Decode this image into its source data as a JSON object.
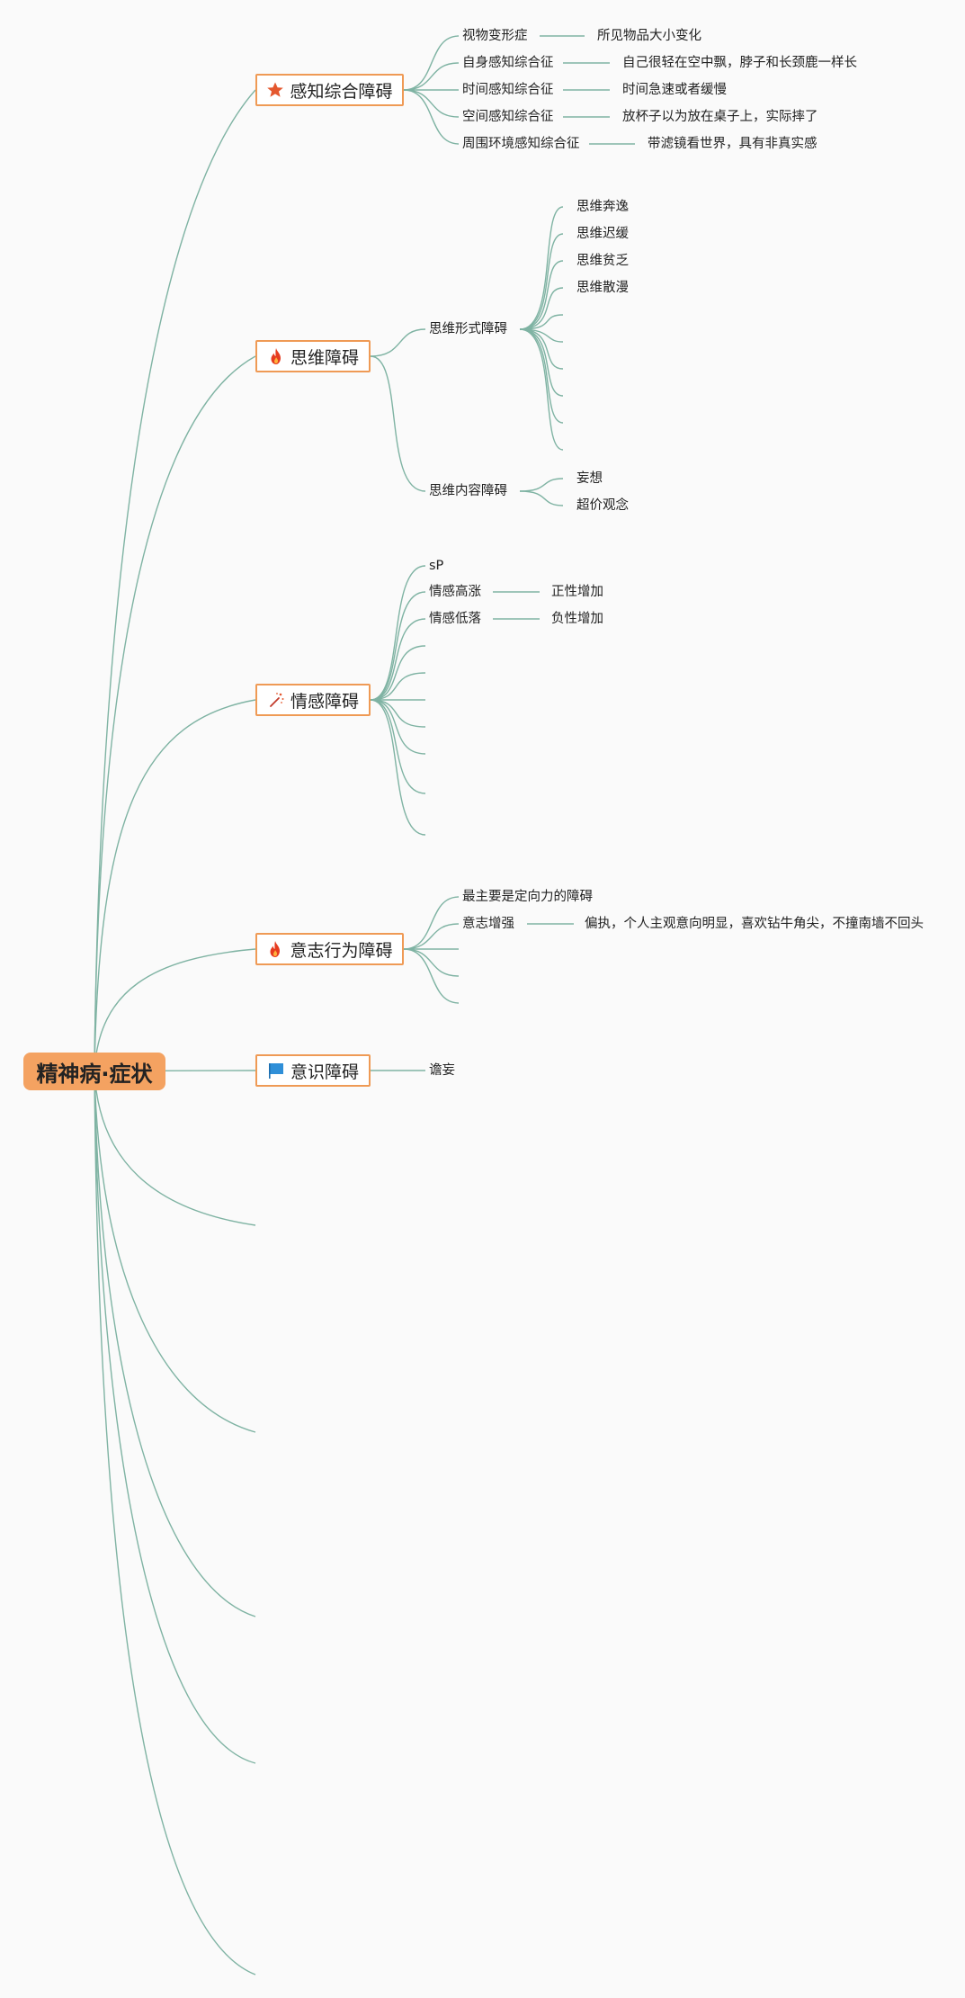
{
  "root": {
    "label": "精神病·症状"
  },
  "branches": [
    {
      "label": "感知综合障碍",
      "icon": "star-icon",
      "items": [
        {
          "label": "视物变形症",
          "detail": "所见物品大小变化"
        },
        {
          "label": "自身感知综合征",
          "detail": "自己很轻在空中飘，脖子和长颈鹿一样长"
        },
        {
          "label": "时间感知综合征",
          "detail": "时间急速或者缓慢"
        },
        {
          "label": "空间感知综合征",
          "detail": "放杯子以为放在桌子上，实际摔了"
        },
        {
          "label": "周围环境感知综合征",
          "detail": "带滤镜看世界，具有非真实感"
        }
      ]
    },
    {
      "label": "思维障碍",
      "icon": "flame-icon",
      "items": [
        {
          "label": "思维形式障碍",
          "children": [
            "思维奔逸",
            "思维迟缓",
            "思维贫乏",
            "思维散漫"
          ]
        },
        {
          "label": "思维内容障碍",
          "children": [
            "妄想",
            "超价观念"
          ]
        }
      ]
    },
    {
      "label": "情感障碍",
      "icon": "sparkle-wand-icon",
      "items": [
        {
          "label": "sP"
        },
        {
          "label": "情感高涨",
          "detail": "正性增加"
        },
        {
          "label": "情感低落",
          "detail": "负性增加"
        }
      ]
    },
    {
      "label": "意志行为障碍",
      "icon": "flame-icon",
      "items": [
        {
          "label": "最主要是定向力的障碍"
        },
        {
          "label": "意志增强",
          "detail": "偏执，个人主观意向明显，喜欢钻牛角尖，不撞南墙不回头"
        }
      ]
    },
    {
      "label": "意识障碍",
      "icon": "flag-icon",
      "items": [
        {
          "label": "谵妄"
        }
      ]
    }
  ],
  "colors": {
    "edge": "#7fb3a3",
    "root_fill": "#f4a261",
    "topic_border": "#ef9a55",
    "star": "#e4572e",
    "flame": "#e63b1f",
    "flag": "#2f8fd8"
  }
}
